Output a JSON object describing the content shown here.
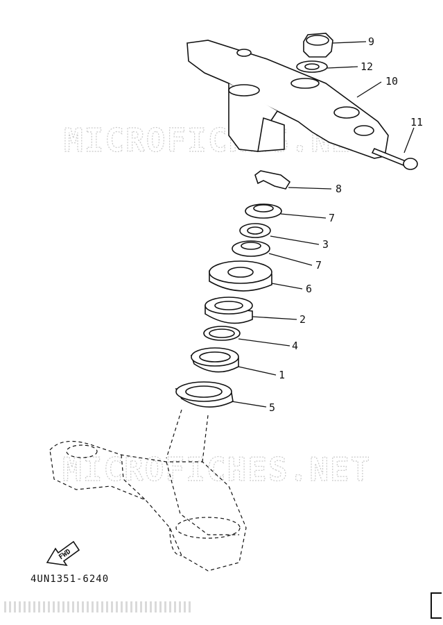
{
  "watermark": {
    "text": "MICROFICHES.NET"
  },
  "part_code": "4UN1351-6240",
  "fwd_label": "FWD",
  "callouts": {
    "p9": "9",
    "p12": "12",
    "p10": "10",
    "p11": "11",
    "p8": "8",
    "p7a": "7",
    "p3": "3",
    "p7b": "7",
    "p6": "6",
    "p2": "2",
    "p4": "4",
    "p1": "1",
    "p5": "5"
  }
}
